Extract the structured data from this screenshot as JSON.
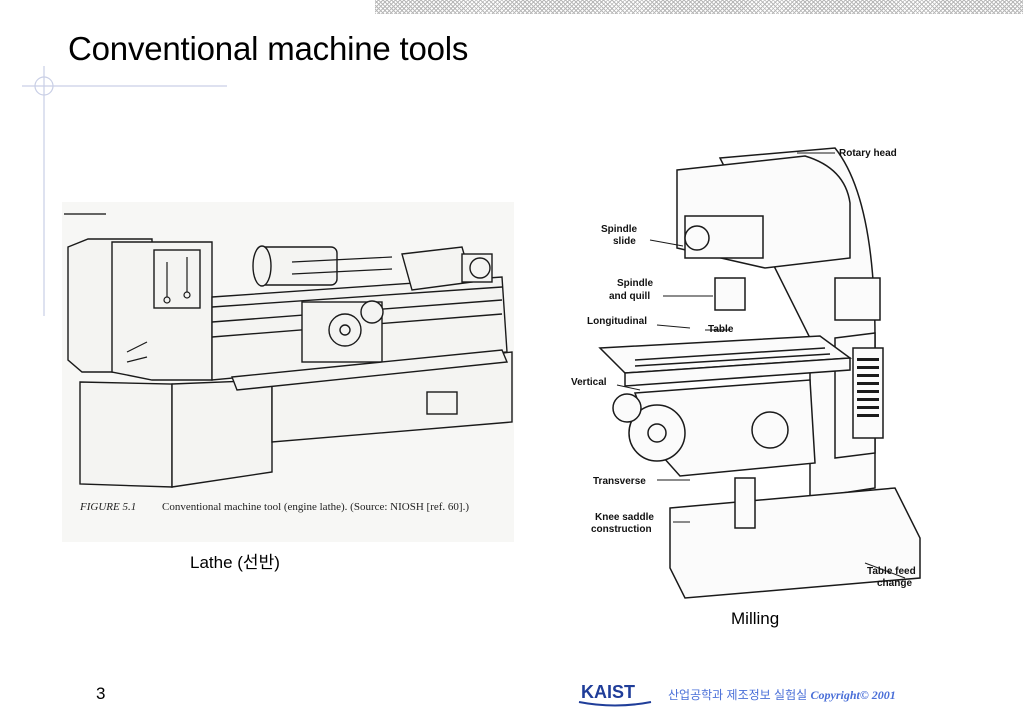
{
  "slide": {
    "title": "Conventional machine tools",
    "page_number": "3"
  },
  "lathe": {
    "figure_label": "FIGURE 5.1",
    "figure_caption": "Conventional machine tool (engine lathe). (Source: NIOSH [ref. 60].)",
    "caption": "Lathe (선반)"
  },
  "milling": {
    "labels": {
      "rotary_head": "Rotary head",
      "spindle_slide_1": "Spindle",
      "spindle_slide_2": "slide",
      "spindle_quill_1": "Spindle",
      "spindle_quill_2": "and quill",
      "longitudinal": "Longitudinal",
      "table": "Table",
      "vertical": "Vertical",
      "transverse": "Transverse",
      "knee_1": "Knee saddle",
      "knee_2": "construction",
      "table_feed_1": "Table feed",
      "table_feed_2": "change"
    },
    "caption": "Milling"
  },
  "footer": {
    "logo_text": "KAIST",
    "lab_name": "산업공학과 제조정보 실험실",
    "copyright": "Copyright© 2001",
    "accent_color": "#1f3d99",
    "text_color": "#4a6fd8"
  }
}
